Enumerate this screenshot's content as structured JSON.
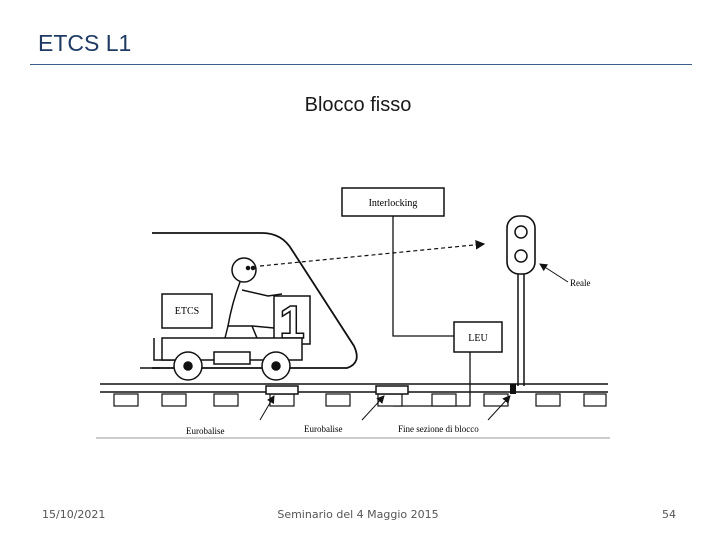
{
  "header": {
    "title": "ETCS L1"
  },
  "slide": {
    "subtitle": "Blocco fisso"
  },
  "diagram": {
    "labels": {
      "interlocking": "Interlocking",
      "etcs": "ETCS",
      "leu": "LEU",
      "reale": "Reale",
      "eurobalise_1": "Eurobalise",
      "eurobalise_2": "Eurobalise",
      "fine_sezione": "Fine sezione di blocco",
      "cab_number": "1"
    }
  },
  "footer": {
    "date": "15/10/2021",
    "center": "Seminario del 4 Maggio 2015",
    "page": "54"
  }
}
